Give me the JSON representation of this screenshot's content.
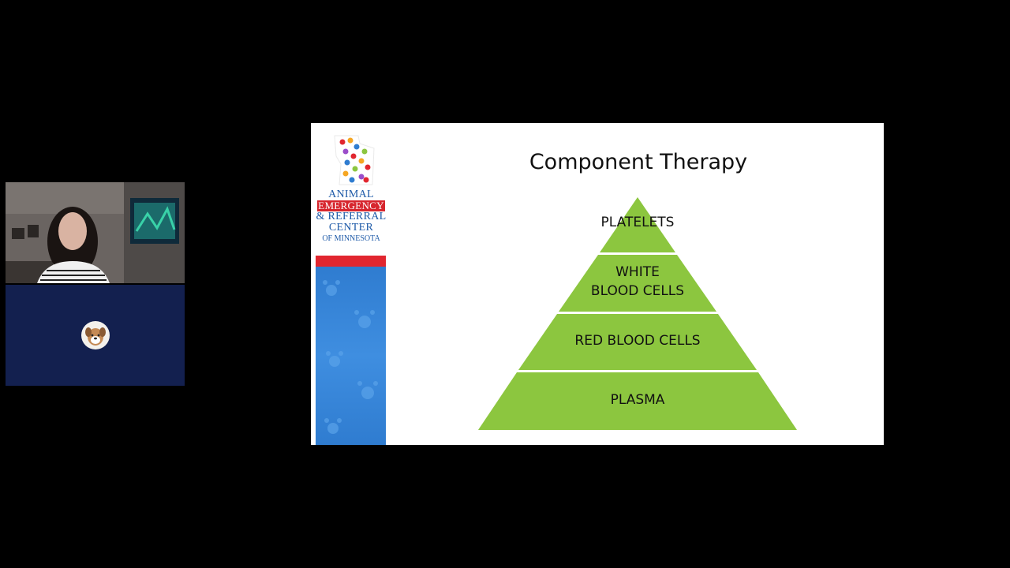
{
  "meeting": {
    "participants": [
      {
        "kind": "video"
      },
      {
        "kind": "avatar",
        "avatar_icon": "dog-avatar-icon"
      }
    ]
  },
  "slide": {
    "title": "Component Therapy",
    "logo": {
      "line1": "ANIMAL",
      "line2": "EMERGENCY",
      "line3": "& REFERRAL",
      "line4": "CENTER",
      "line5": "OF MINNESOTA"
    },
    "tiers": [
      {
        "label_1": "PLATELETS",
        "label_2": ""
      },
      {
        "label_1": "WHITE",
        "label_2": "BLOOD CELLS"
      },
      {
        "label_1": "RED BLOOD CELLS",
        "label_2": ""
      },
      {
        "label_1": "PLASMA",
        "label_2": ""
      }
    ],
    "colors": {
      "pyramid_green": "#8cc63f",
      "brand_red": "#e1262f",
      "brand_blue": "#2f7cd0"
    }
  }
}
